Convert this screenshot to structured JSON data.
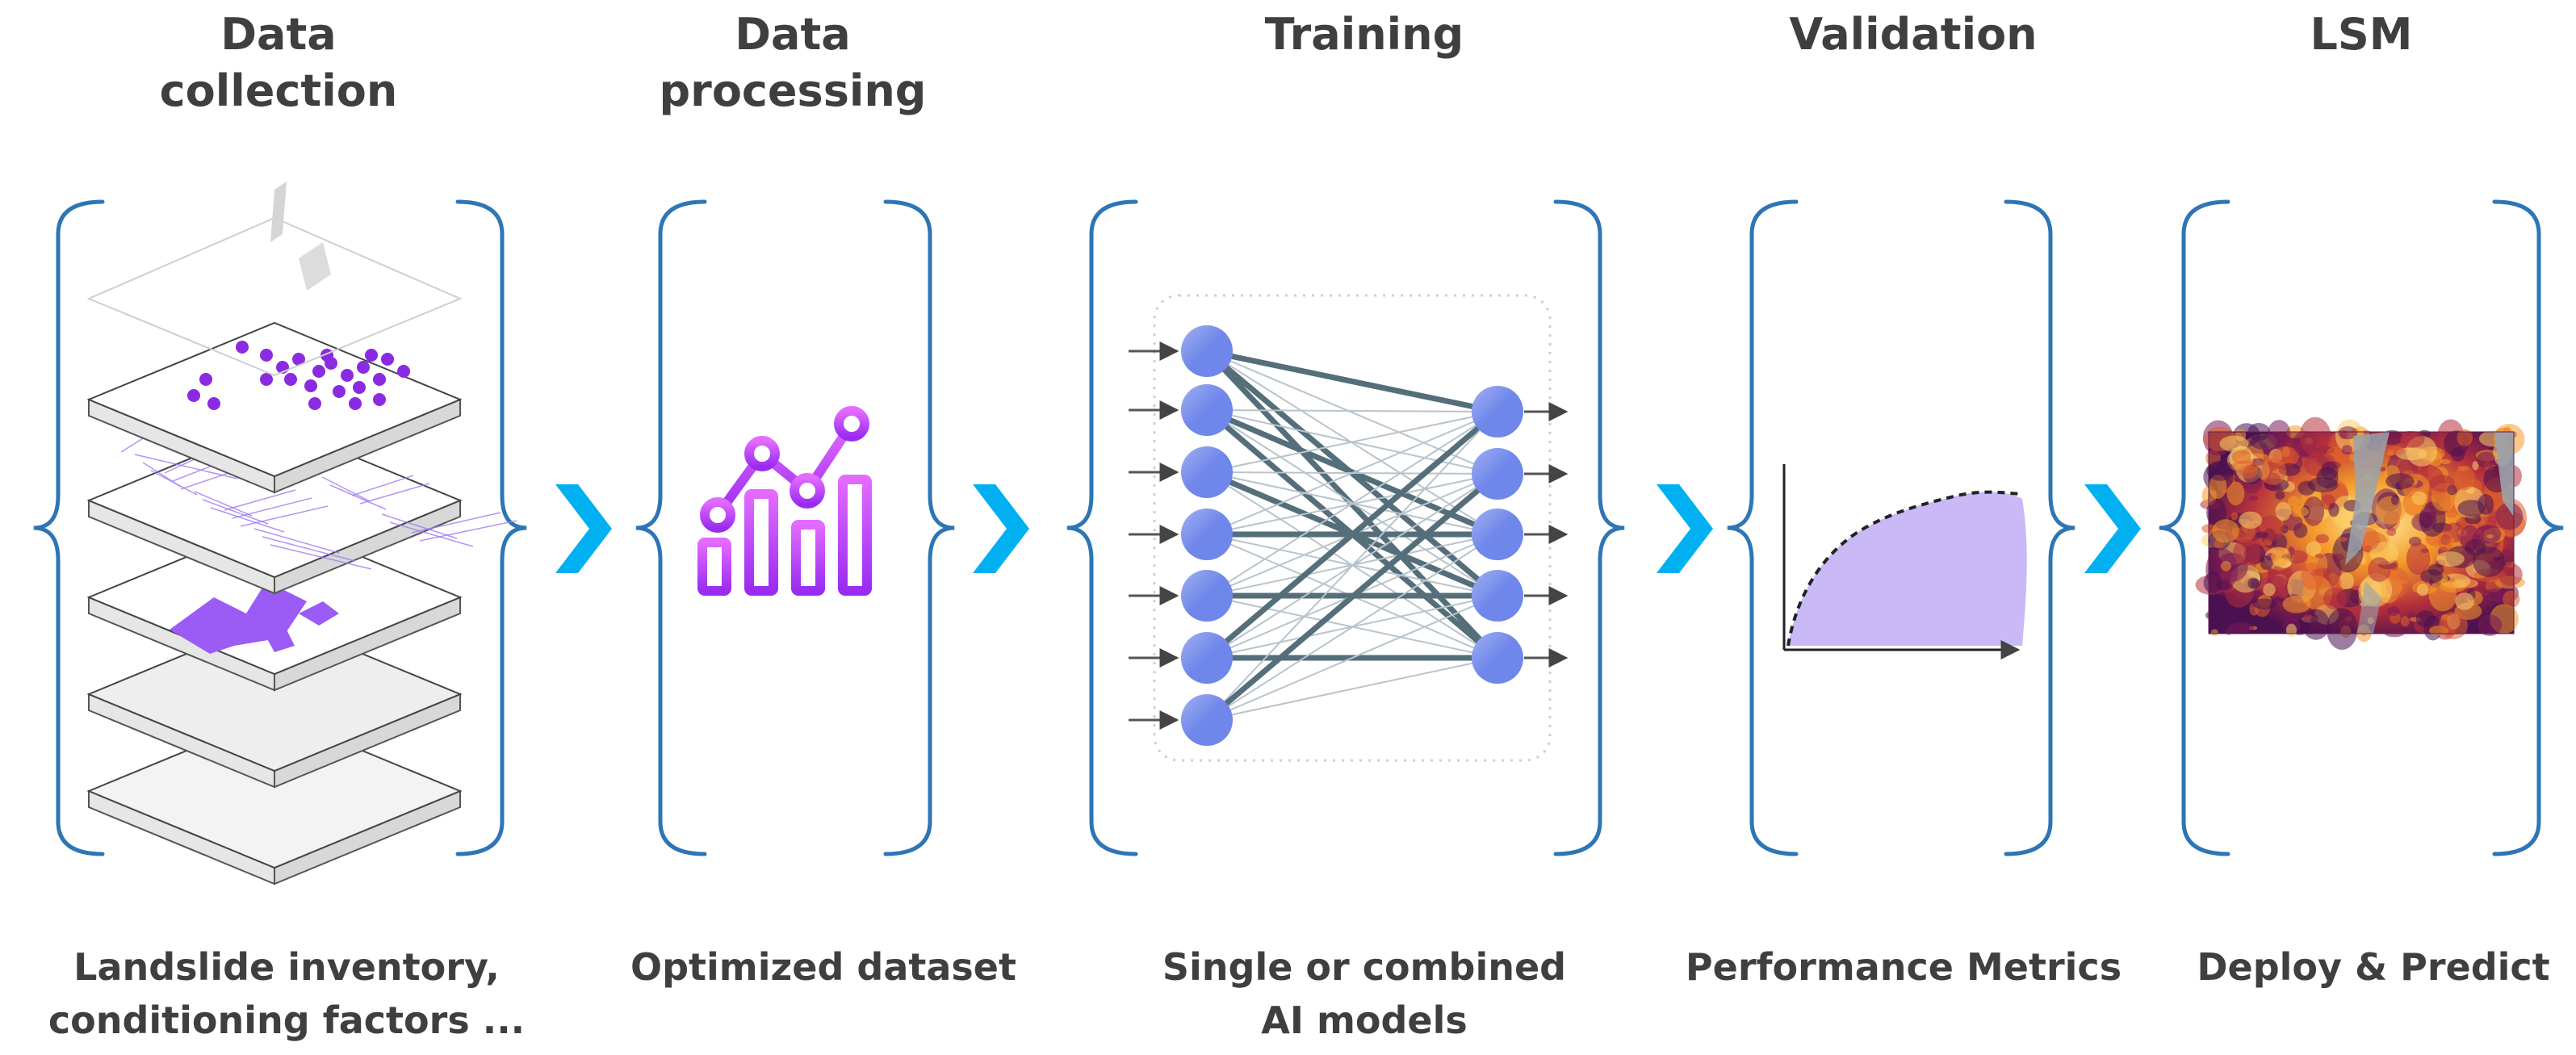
{
  "stages": [
    {
      "id": "data-collection",
      "title_lines": [
        "Data",
        "collection"
      ],
      "caption_lines": [
        "Landslide inventory,",
        "conditioning factors ..."
      ]
    },
    {
      "id": "data-processing",
      "title_lines": [
        "Data",
        "processing"
      ],
      "caption_lines": [
        "Optimized dataset"
      ]
    },
    {
      "id": "training",
      "title_lines": [
        "Training"
      ],
      "caption_lines": [
        "Single or combined",
        "AI models"
      ]
    },
    {
      "id": "validation",
      "title_lines": [
        "Validation"
      ],
      "caption_lines": [
        "Performance Metrics"
      ]
    },
    {
      "id": "lsm",
      "title_lines": [
        "LSM"
      ],
      "caption_lines": [
        "Deploy & Predict"
      ]
    }
  ],
  "colors": {
    "text": "#3f3f3f",
    "brace": "#2e75b6",
    "arrow": "#00b0f0",
    "purple": "#8a2be2",
    "violet_light": "#c7b8f5",
    "node": "#6f86ea",
    "edge": "#546e7a",
    "chart_icon": "#b04ff0"
  },
  "icons": [
    "map-layers-icon",
    "bar-line-chart-icon",
    "neural-network-icon",
    "roc-curve-icon",
    "susceptibility-map-icon",
    "chevron-right-icon"
  ]
}
